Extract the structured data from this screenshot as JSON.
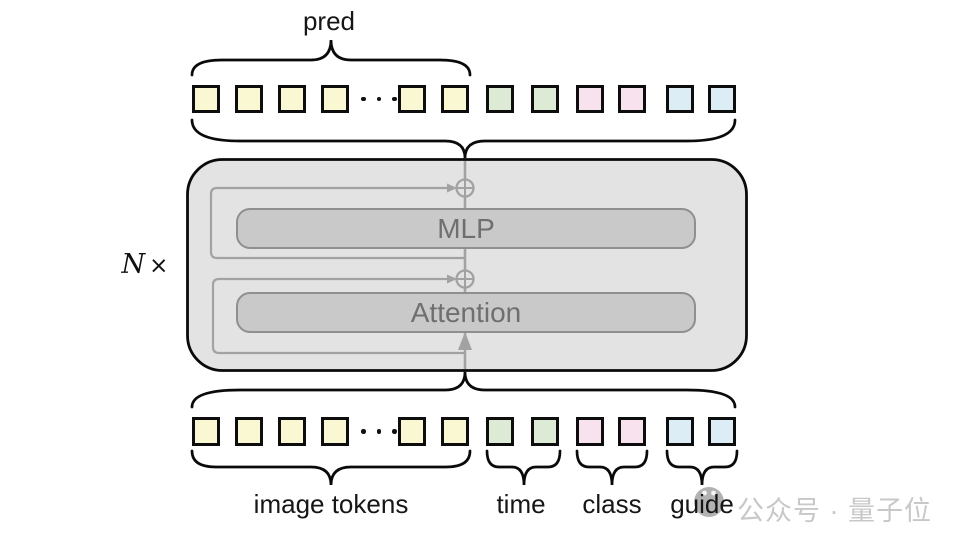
{
  "figure": {
    "pred_label": "pred",
    "repeat": {
      "n": "N",
      "times": "×"
    },
    "blocks": {
      "mlp": "MLP",
      "attention": "Attention"
    },
    "group_labels": {
      "image": "image tokens",
      "time": "time",
      "class": "class",
      "guide": "guide"
    },
    "ellipsis": "dots"
  },
  "token_colors": {
    "image": "#faf8d2",
    "time": "#dcead6",
    "class": "#f8e2ed",
    "guide": "#ddedf5"
  },
  "token_rows": {
    "top": [
      {
        "type": "tokens",
        "group": "image",
        "count": 4
      },
      {
        "type": "dots"
      },
      {
        "type": "tokens",
        "group": "image",
        "count": 2
      },
      {
        "type": "tokens",
        "group": "time",
        "count": 2
      },
      {
        "type": "tokens",
        "group": "class",
        "count": 2
      },
      {
        "type": "tokens",
        "group": "guide",
        "count": 2
      }
    ],
    "bottom": [
      {
        "type": "tokens",
        "group": "image",
        "count": 4
      },
      {
        "type": "dots"
      },
      {
        "type": "tokens",
        "group": "image",
        "count": 2
      },
      {
        "type": "tokens",
        "group": "time",
        "count": 2
      },
      {
        "type": "tokens",
        "group": "class",
        "count": 2
      },
      {
        "type": "tokens",
        "group": "guide",
        "count": 2
      }
    ]
  },
  "ui_colors": {
    "outline": "#0a0a0a",
    "box_fill": "#e3e3e3",
    "block_fill": "#c9c9c9",
    "block_border": "#8f8f8f",
    "block_text": "#6f6f6f",
    "wire": "#a2a2a2",
    "watermark_text": "#c8c8c8",
    "watermark_icon": "#aaaaaa"
  },
  "watermark": {
    "text": "公众号 · 量子位"
  }
}
